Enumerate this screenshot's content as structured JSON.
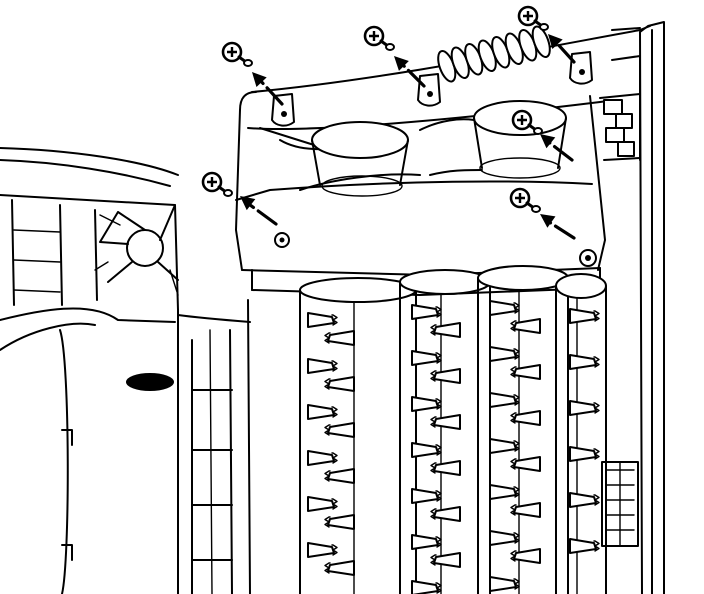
{
  "figure": {
    "kind": "assembly-diagram",
    "subject": "brush-roll-housing",
    "line_color": "#000000",
    "background_color": "#ffffff"
  },
  "icons": {
    "screw": "screw-icon",
    "removal_arrow": "arrow-icon",
    "spring": "spring-icon",
    "brush_roll": "brush-roll",
    "bristle": "bristle-tuft",
    "motor_fan": "fan-icon"
  },
  "callouts": {
    "screw_count": 6,
    "arrow_count": 6
  }
}
